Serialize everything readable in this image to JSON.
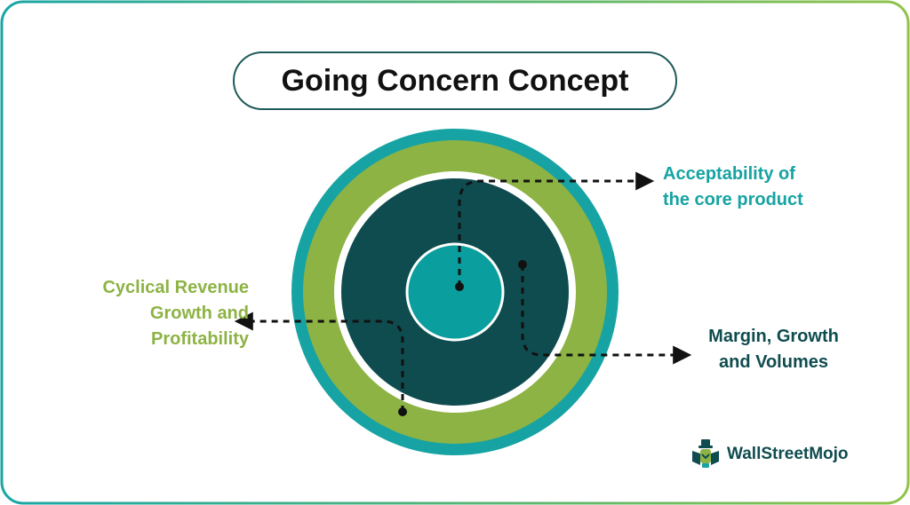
{
  "title": "Going Concern Concept",
  "labels": {
    "core_product": [
      "Acceptability of",
      "the core product"
    ],
    "cyclical": [
      "Cyclical Revenue",
      "Growth and",
      "Profitability"
    ],
    "margin": [
      "Margin, Growth",
      "and Volumes"
    ]
  },
  "logo": {
    "text": "WallStreetMojo"
  },
  "colors": {
    "teal": "#17a3a3",
    "green": "#8db344",
    "dark_teal": "#0f4c4f",
    "border_gradient_start": "#1aa6a6",
    "border_gradient_end": "#8fc34a"
  }
}
